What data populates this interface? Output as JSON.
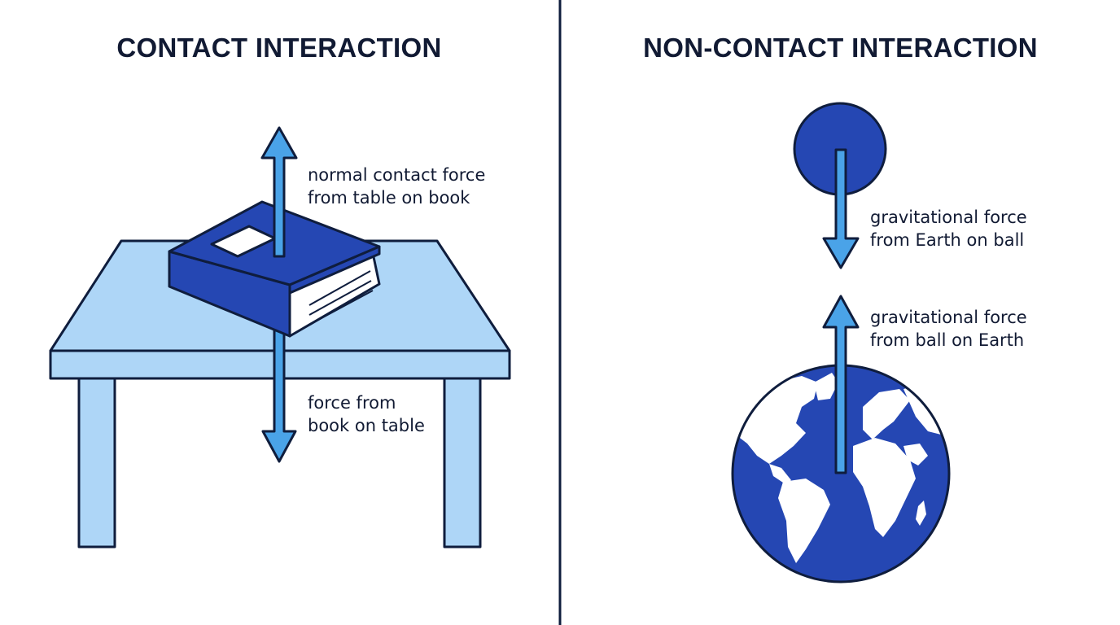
{
  "panels": {
    "left": {
      "title": "CONTACT INTERACTION",
      "labels": {
        "normal_force": [
          "normal contact force",
          "from table on book"
        ],
        "book_on_table": [
          "force from",
          "book on table"
        ]
      }
    },
    "right": {
      "title": "NON-CONTACT INTERACTION",
      "labels": {
        "earth_on_ball": [
          "gravitational force",
          "from Earth on ball"
        ],
        "ball_on_earth": [
          "gravitational force",
          "from ball on Earth"
        ]
      }
    }
  },
  "colors": {
    "outline": "#0f1d3d",
    "table_fill": "#aed6f7",
    "book_fill": "#2547b3",
    "arrow_fill": "#4aa3e8",
    "ball_fill": "#2547b3",
    "earth_ocean": "#2547b3",
    "earth_land": "#ffffff",
    "divider": "#0f1d3d"
  }
}
